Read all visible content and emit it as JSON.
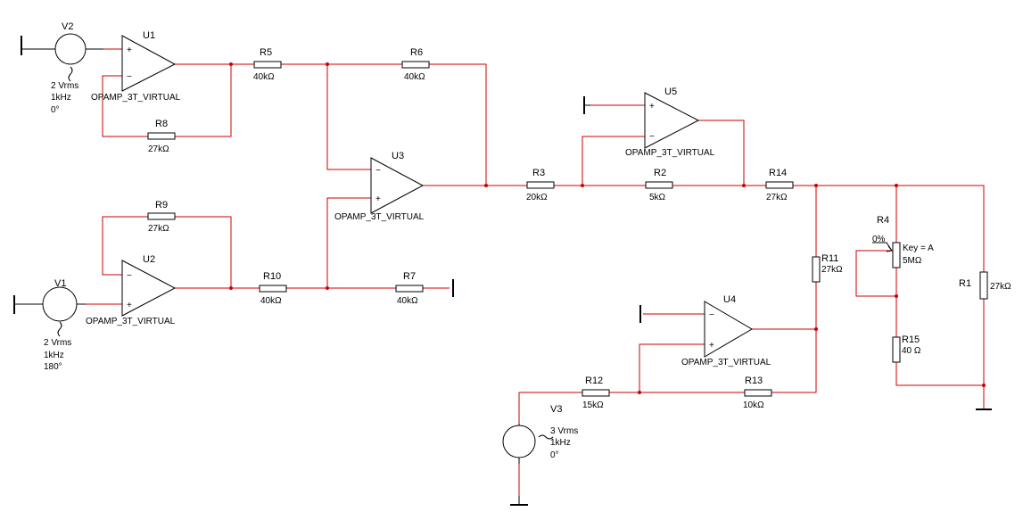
{
  "colors": {
    "wire": "#cc0000",
    "component": "#000000",
    "background": "#ffffff"
  },
  "sources": {
    "V1": {
      "name": "V1",
      "amplitude": "2 Vrms",
      "freq": "1kHz",
      "phase": "180°"
    },
    "V2": {
      "name": "V2",
      "amplitude": "2 Vrms",
      "freq": "1kHz",
      "phase": "0°"
    },
    "V3": {
      "name": "V3",
      "amplitude": "3 Vrms",
      "freq": "1kHz",
      "phase": "0°"
    }
  },
  "opamps": {
    "U1": {
      "name": "U1",
      "model": "OPAMP_3T_VIRTUAL"
    },
    "U2": {
      "name": "U2",
      "model": "OPAMP_3T_VIRTUAL"
    },
    "U3": {
      "name": "U3",
      "model": "OPAMP_3T_VIRTUAL"
    },
    "U4": {
      "name": "U4",
      "model": "OPAMP_3T_VIRTUAL"
    },
    "U5": {
      "name": "U5",
      "model": "OPAMP_3T_VIRTUAL"
    }
  },
  "opamp_pins": {
    "minus": "−",
    "plus": "+"
  },
  "resistors": {
    "R1": {
      "name": "R1",
      "value": "27kΩ"
    },
    "R2": {
      "name": "R2",
      "value": "5kΩ"
    },
    "R3": {
      "name": "R3",
      "value": "20kΩ"
    },
    "R5": {
      "name": "R5",
      "value": "40kΩ"
    },
    "R6": {
      "name": "R6",
      "value": "40kΩ"
    },
    "R7": {
      "name": "R7",
      "value": "40kΩ"
    },
    "R8": {
      "name": "R8",
      "value": "27kΩ"
    },
    "R9": {
      "name": "R9",
      "value": "27kΩ"
    },
    "R10": {
      "name": "R10",
      "value": "40kΩ"
    },
    "R11": {
      "name": "R11",
      "value": "27kΩ"
    },
    "R12": {
      "name": "R12",
      "value": "15kΩ"
    },
    "R13": {
      "name": "R13",
      "value": "10kΩ"
    },
    "R14": {
      "name": "R14",
      "value": "27kΩ"
    },
    "R15": {
      "name": "R15",
      "value": "40 Ω"
    }
  },
  "potentiometer": {
    "name": "R4",
    "setting": "0%",
    "key": "Key = A",
    "value": "5MΩ"
  }
}
